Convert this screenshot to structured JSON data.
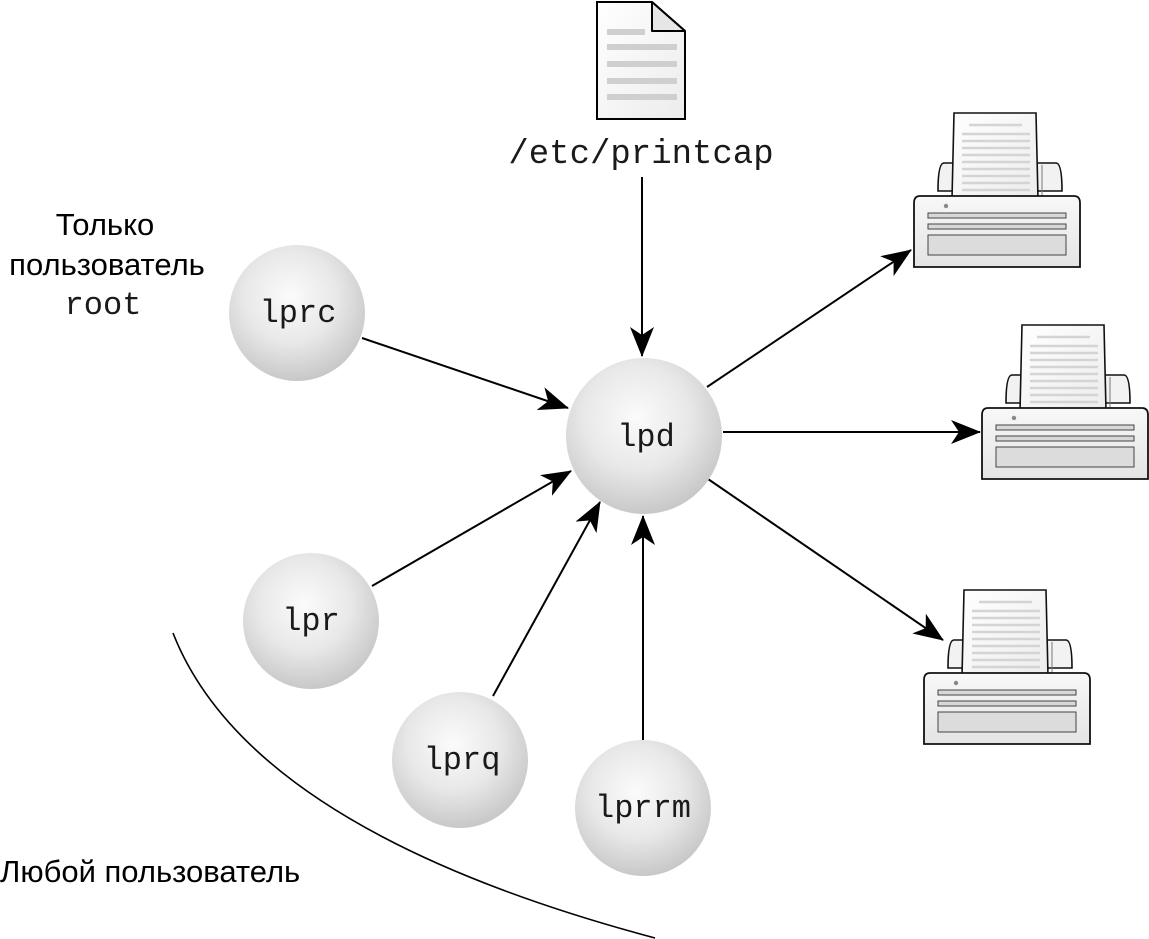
{
  "diagram": {
    "title": "lpd printing subsystem",
    "config_file": {
      "label": "/etc/printcap",
      "icon": "document-icon"
    },
    "daemon": {
      "id": "lpd",
      "label": "lpd"
    },
    "clients": [
      {
        "id": "lprc",
        "label": "lprc",
        "access": "root"
      },
      {
        "id": "lpr",
        "label": "lpr",
        "access": "any"
      },
      {
        "id": "lprq",
        "label": "lprq",
        "access": "any"
      },
      {
        "id": "lprrm",
        "label": "lprrm",
        "access": "any"
      }
    ],
    "printers": [
      {
        "id": "printer-1",
        "icon": "printer-icon"
      },
      {
        "id": "printer-2",
        "icon": "printer-icon"
      },
      {
        "id": "printer-3",
        "icon": "printer-icon"
      }
    ],
    "edges": [
      {
        "from": "/etc/printcap",
        "to": "lpd"
      },
      {
        "from": "lprc",
        "to": "lpd"
      },
      {
        "from": "lpr",
        "to": "lpd"
      },
      {
        "from": "lprq",
        "to": "lpd"
      },
      {
        "from": "lprrm",
        "to": "lpd"
      },
      {
        "from": "lpd",
        "to": "printer-1"
      },
      {
        "from": "lpd",
        "to": "printer-2"
      },
      {
        "from": "lpd",
        "to": "printer-3"
      }
    ],
    "root_only_label": {
      "line1": "Только",
      "line2": "пользователь",
      "line3": "root"
    },
    "any_user_label": "Любой пользователь"
  }
}
